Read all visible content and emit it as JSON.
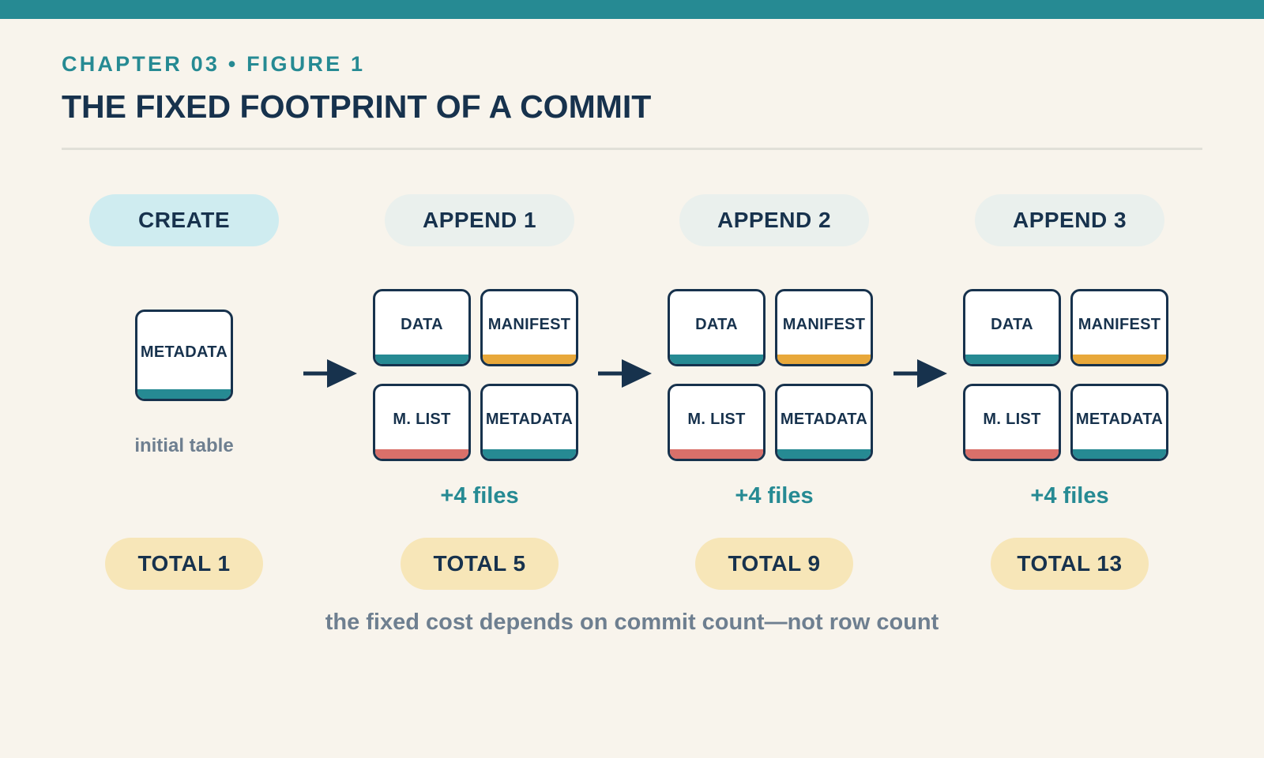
{
  "header": {
    "kicker": "CHAPTER 03 • FIGURE 1",
    "title": "THE FIXED FOOTPRINT OF A COMMIT"
  },
  "colors": {
    "data": "#268a93",
    "manifest": "#e8a83a",
    "manifest_list": "#d9706a",
    "metadata": "#268a93",
    "navy": "#17324d",
    "total_pill": "#f7e6b8"
  },
  "stages": [
    {
      "label": "CREATE",
      "files": [
        "METADATA"
      ],
      "note": "initial table",
      "total": "TOTAL 1"
    },
    {
      "label": "APPEND 1",
      "files": [
        "DATA",
        "MANIFEST",
        "M. LIST",
        "METADATA"
      ],
      "delta": "+4 files",
      "total": "TOTAL 5"
    },
    {
      "label": "APPEND 2",
      "files": [
        "DATA",
        "MANIFEST",
        "M. LIST",
        "METADATA"
      ],
      "delta": "+4 files",
      "total": "TOTAL 9"
    },
    {
      "label": "APPEND 3",
      "files": [
        "DATA",
        "MANIFEST",
        "M. LIST",
        "METADATA"
      ],
      "delta": "+4 files",
      "total": "TOTAL 13"
    }
  ],
  "footer": "the fixed cost depends on commit count—not row count"
}
